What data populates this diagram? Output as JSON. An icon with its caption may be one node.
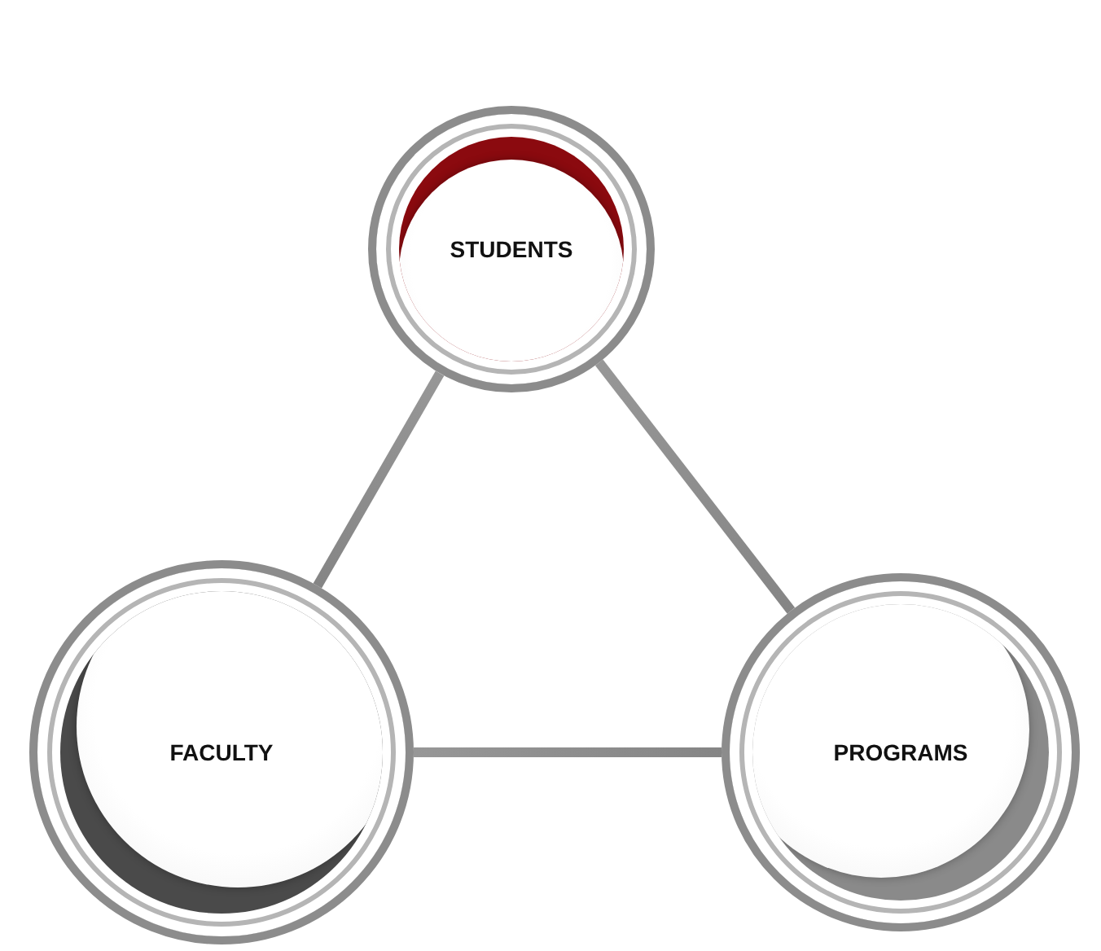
{
  "diagram": {
    "nodes": [
      {
        "text": [
          "STUDENTS"
        ]
      },
      {
        "text": [
          "FACULTY"
        ]
      },
      {
        "text": [
          "PROGRAMS"
        ]
      }
    ],
    "edges": [
      {
        "from": 0,
        "to": 1,
        "arrow": "none"
      },
      {
        "from": 0,
        "to": 2,
        "arrow": "none"
      },
      {
        "from": 1,
        "to": 2,
        "arrow": "none"
      }
    ]
  }
}
